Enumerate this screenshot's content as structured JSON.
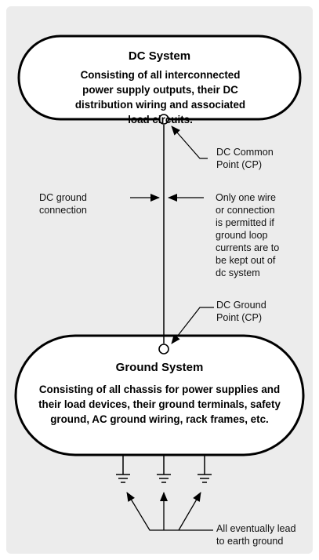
{
  "dc_system": {
    "title": "DC System",
    "description": "Consisting of all interconnected power supply outputs, their DC distribution wiring and associated load circuits."
  },
  "dc_common_point": {
    "label": "DC Common\nPoint (CP)"
  },
  "dc_ground_connection": {
    "label": "DC ground\nconnection"
  },
  "single_wire_note": {
    "text": "Only one wire\nor connection\nis permitted if\nground loop\ncurrents are to\nbe kept out of\ndc system"
  },
  "dc_ground_point": {
    "label": "DC Ground\nPoint (CP)"
  },
  "ground_system": {
    "title": "Ground System",
    "description": "Consisting of all chassis for power supplies and their load devices, their ground terminals, safety ground, AC ground wiring, rack frames, etc."
  },
  "earth_ground_note": {
    "text": "All eventually lead\nto earth ground"
  },
  "colors": {
    "panel": "#ececec",
    "line": "#000000",
    "text": "#111111"
  }
}
